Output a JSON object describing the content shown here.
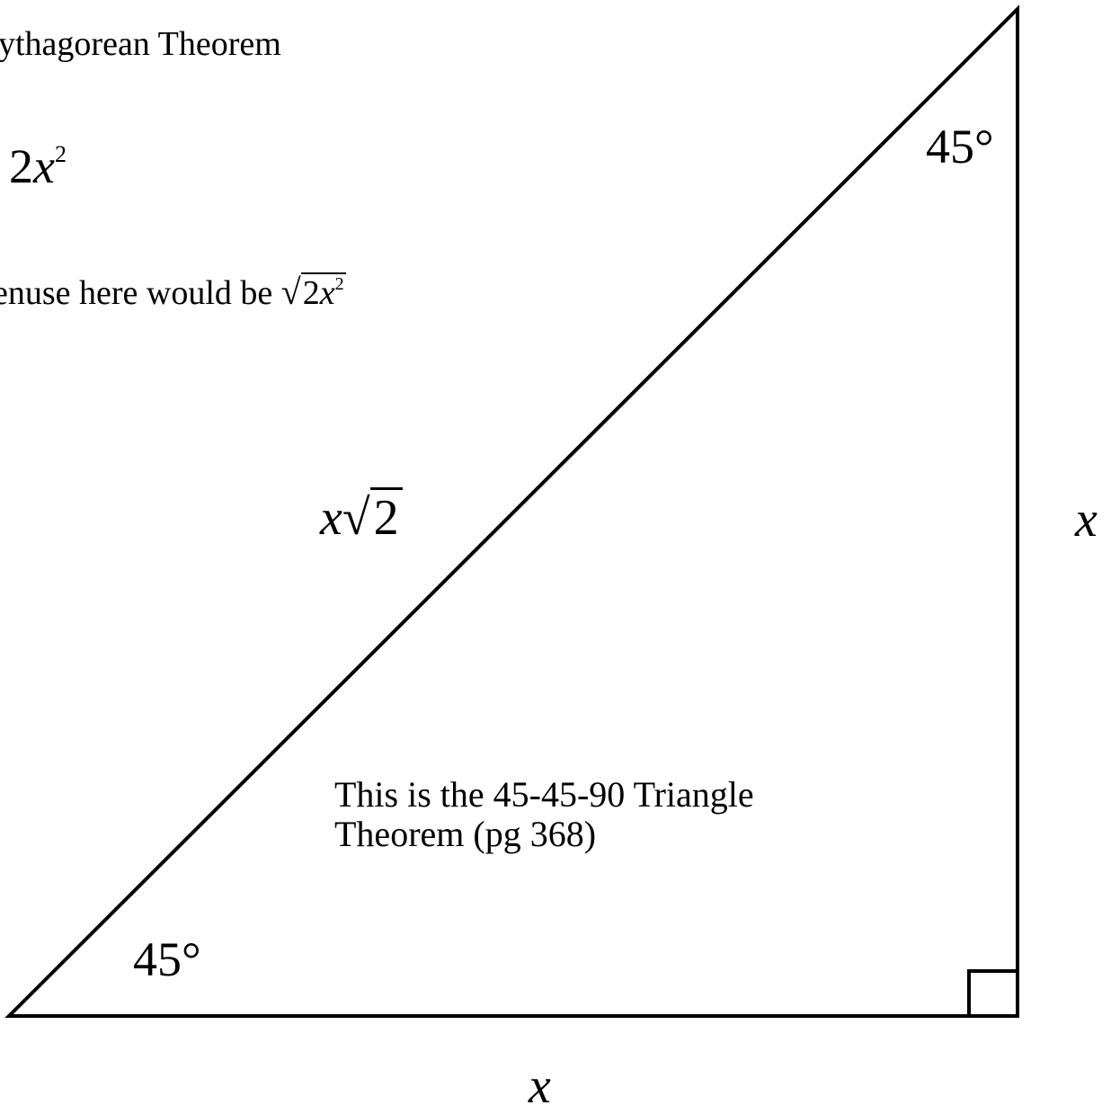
{
  "heading_fragment": "ythagorean Theorem",
  "formula": {
    "coef": "2",
    "var": "x",
    "exp": "2"
  },
  "hypotenuse_line": {
    "prefix": "enuse here would be",
    "rad_coef": "2",
    "rad_var": "x",
    "rad_exp": "2"
  },
  "labels": {
    "hypotenuse": {
      "var": "x",
      "radicand": "2"
    },
    "right_side": "x",
    "bottom_side": "x",
    "angle_top": "45°",
    "angle_bottom": "45°"
  },
  "note": {
    "line1": "This is the 45-45-90 Triangle",
    "line2": "Theorem (pg 368)"
  }
}
